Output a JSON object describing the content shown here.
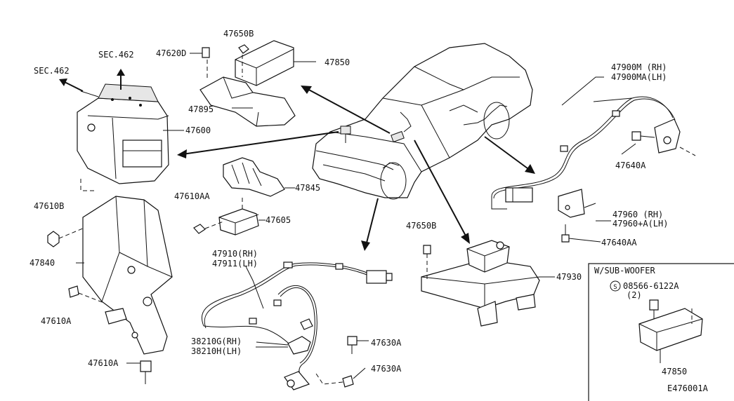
{
  "labels": {
    "sec462_top": "SEC.462",
    "sec462_left": "SEC.462",
    "p47650b_top": "47650B",
    "p47620d": "47620D",
    "p47850_top": "47850",
    "p47895": "47895",
    "p47600": "47600",
    "p47610b": "47610B",
    "p47840": "47840",
    "p47610a_mid": "47610A",
    "p47610a_bot": "47610A",
    "p47610aa": "47610AA",
    "p47845": "47845",
    "p47605": "47605",
    "p47910": "47910(RH)",
    "p47911": "47911(LH)",
    "p38210g": "38210G(RH)",
    "p38210h": "38210H(LH)",
    "p47630a_1": "47630A",
    "p47630a_2": "47630A",
    "p47650b_mid": "47650B",
    "p47930": "47930",
    "p47900m": "47900M (RH)",
    "p47900ma": "47900MA(LH)",
    "p47640a": "47640A",
    "p47960": "47960 (RH)",
    "p47960a": "47960+A(LH)",
    "p47640aa": "47640AA",
    "inset_title": "W/SUB-WOOFER",
    "inset_bolt": "08566-6122A",
    "inset_qty": "(2)",
    "inset_part": "47850",
    "diagram_code": "E476001A"
  }
}
